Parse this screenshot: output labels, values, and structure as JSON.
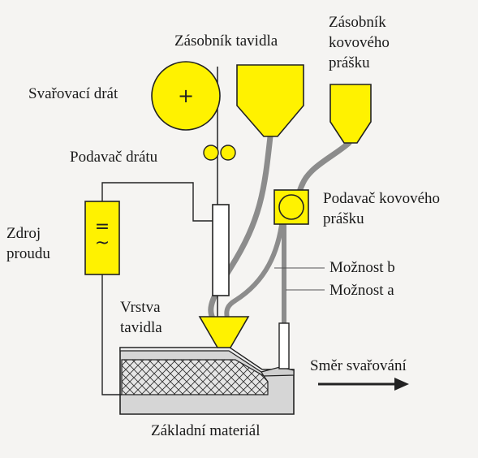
{
  "labels": {
    "flux_hopper": "Zásobník tavidla",
    "powder_hopper_l1": "Zásobník",
    "powder_hopper_l2": "kovového",
    "powder_hopper_l3": "prášku",
    "welding_wire": "Svařovací drát",
    "wire_feeder": "Podavač drátu",
    "powder_feeder_l1": "Podavač kovového",
    "powder_feeder_l2": "prášku",
    "power_source_l1": "Zdroj",
    "power_source_l2": "proudu",
    "option_b": "Možnost b",
    "option_a": "Možnost a",
    "flux_layer_l1": "Vrstva",
    "flux_layer_l2": "tavidla",
    "welding_direction": "Směr svařování",
    "base_material": "Základní materiál"
  },
  "symbols": {
    "spool_plus": "+",
    "source_eq": "=",
    "source_tilde": "~"
  },
  "colors": {
    "yellow": "#fff200",
    "outline": "#222222",
    "feed_tube": "#8c8c8c",
    "base_gray": "#d6d6d6"
  }
}
